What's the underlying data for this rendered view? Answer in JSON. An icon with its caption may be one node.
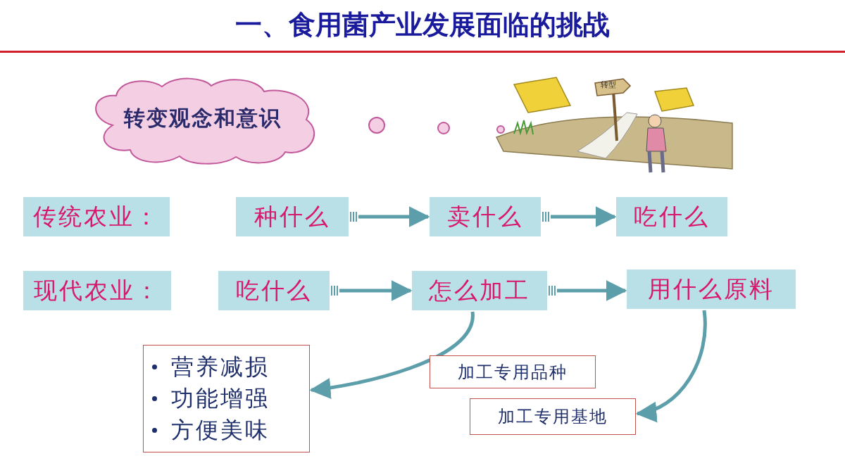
{
  "diagram": {
    "title": "一、食用菌产业发展面临的挑战",
    "nodes": [
      {
        "text": [
          "转变观念和意识"
        ]
      },
      {
        "text": [
          "传统农业："
        ]
      },
      {
        "text": [
          "种什么"
        ]
      },
      {
        "text": [
          "卖什么"
        ]
      },
      {
        "text": [
          "吃什么"
        ]
      },
      {
        "text": [
          "现代农业："
        ]
      },
      {
        "text": [
          "吃什么"
        ]
      },
      {
        "text": [
          "怎么加工"
        ]
      },
      {
        "text": [
          "用什么原料"
        ]
      },
      {
        "text": [
          "营养减损",
          "功能增强",
          "方便美味"
        ]
      },
      {
        "text": [
          "加工专用品种"
        ]
      },
      {
        "text": [
          "加工专用基地"
        ]
      }
    ],
    "edges": [
      {
        "from": 2,
        "to": 3,
        "arrow": "to"
      },
      {
        "from": 3,
        "to": 4,
        "arrow": "to"
      },
      {
        "from": 6,
        "to": 7,
        "arrow": "to"
      },
      {
        "from": 7,
        "to": 8,
        "arrow": "to"
      },
      {
        "from": 7,
        "to": 9,
        "arrow": "to"
      },
      {
        "from": 8,
        "to": 11,
        "arrow": "to"
      }
    ],
    "labels": [
      "转型"
    ]
  }
}
